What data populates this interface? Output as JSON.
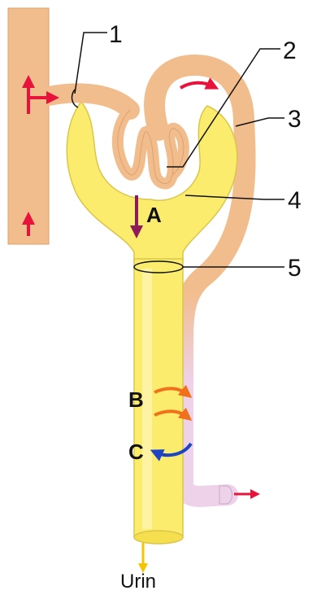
{
  "labels": {
    "part_1": "1",
    "part_2": "2",
    "part_3": "3",
    "part_4": "4",
    "part_5": "5",
    "process_a": "A",
    "process_b": "B",
    "process_c": "C",
    "output": "Urin"
  },
  "colors": {
    "vessel": "#f2bd8c",
    "vessel_stroke": "#dfa06c",
    "capsule": "#fbec6e",
    "capsule_stroke": "#d9c64a",
    "tubule_end": "#eed2ea",
    "arrow_red": "#e8133b",
    "arrow_purple": "#8e1a5a",
    "arrow_orange": "#f0701c",
    "arrow_blue": "#1c44c4",
    "arrow_yellow": "#f5c400"
  }
}
